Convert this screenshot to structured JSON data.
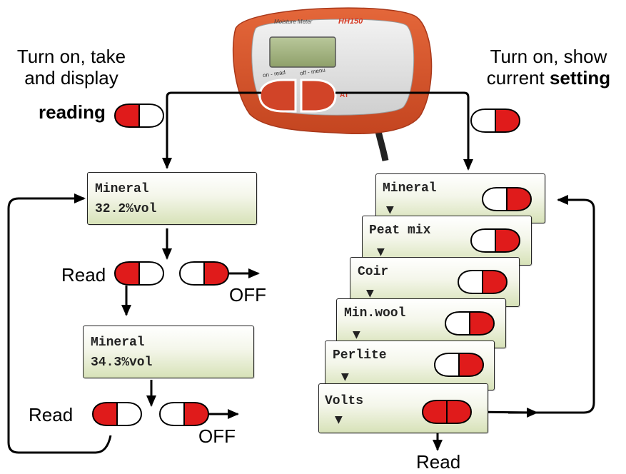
{
  "device": {
    "brand_text": "Moisture Meter",
    "model_text": "HH150",
    "button_left_text": "on - read",
    "button_right_text": "off - menu",
    "logo_text": "AT"
  },
  "labels": {
    "left_top_line1": "Turn on, take",
    "left_top_line2": "and display",
    "left_top_bold": "reading",
    "right_top_line1": "Turn on, show",
    "right_top_prefix": "current ",
    "right_top_bold": "setting",
    "read_1": "Read",
    "off_1": "OFF",
    "read_2": "Read",
    "off_2": "OFF",
    "read_3": "Read"
  },
  "left_displays": [
    {
      "line1": "Mineral",
      "line2": "32.2%vol"
    },
    {
      "line1": "Mineral",
      "line2": "34.3%vol"
    }
  ],
  "menu_cards": [
    {
      "label": "Mineral",
      "indicator": "▼"
    },
    {
      "label": "Peat mix",
      "indicator": "▼"
    },
    {
      "label": "Coir",
      "indicator": "▼"
    },
    {
      "label": "Min.wool",
      "indicator": "▼"
    },
    {
      "label": "Perlite",
      "indicator": "▼"
    },
    {
      "label": "Volts",
      "indicator": "▼"
    }
  ],
  "colors": {
    "device_body": "#d9532a",
    "button_pressed": "#e01b1b",
    "lcd_green": "#d7e2b8"
  }
}
